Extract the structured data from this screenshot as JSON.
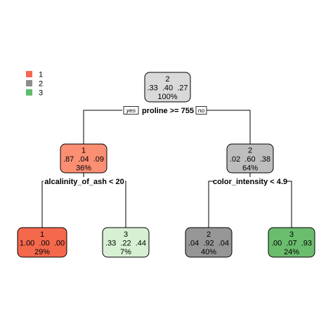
{
  "legend": [
    {
      "label": "1",
      "color": "#f4694f"
    },
    {
      "label": "2",
      "color": "#8c8c8c"
    },
    {
      "label": "3",
      "color": "#5fbc68"
    }
  ],
  "nodes": [
    {
      "id": "root",
      "class": "2",
      "probs": ".33  .40  .27",
      "pct": "100%",
      "fill": "#d9d9d9"
    },
    {
      "id": "left",
      "class": "1",
      "probs": ".87  .04  .09",
      "pct": "36%",
      "fill": "#fb8f74"
    },
    {
      "id": "right",
      "class": "2",
      "probs": ".02  .60  .38",
      "pct": "64%",
      "fill": "#bdbdbd"
    },
    {
      "id": "ll",
      "class": "1",
      "probs": "1.00  .00  .00",
      "pct": "29%",
      "fill": "#f4684c"
    },
    {
      "id": "lr",
      "class": "3",
      "probs": ".33  .22  .44",
      "pct": "7%",
      "fill": "#d7f0d3"
    },
    {
      "id": "rl",
      "class": "2",
      "probs": ".04  .92  .04",
      "pct": "40%",
      "fill": "#969696"
    },
    {
      "id": "rr",
      "class": "3",
      "probs": ".00  .07  .93",
      "pct": "24%",
      "fill": "#6bbd6e"
    }
  ],
  "splits": [
    {
      "id": "root",
      "label": "proline >= 755",
      "yes": "yes",
      "no": "no"
    },
    {
      "id": "left",
      "label": "alcalinity_of_ash < 20"
    },
    {
      "id": "right",
      "label": "color_intensity < 4.9"
    }
  ]
}
